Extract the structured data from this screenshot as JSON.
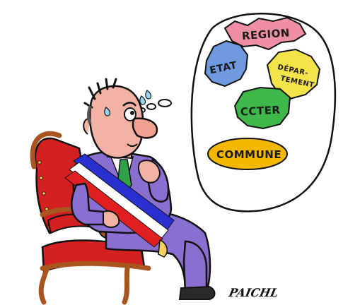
{
  "thought": {
    "region": "REGION",
    "etat": "ETAT",
    "departement_line1": "DÉPAR-",
    "departement_line2": "TEMENT",
    "ccter": "CCTER",
    "commune": "COMMUNE"
  },
  "signature": "PAICHL",
  "colors": {
    "region": "#ef8fa3",
    "etat": "#6f9ae0",
    "departement": "#f5e34a",
    "ccter": "#3fb84a",
    "commune": "#f5b800",
    "suit": "#8a6fd1",
    "chair": "#d42020",
    "chair_wood": "#a8551f",
    "skin": "#f2b3a4",
    "tie": "#2fa14a",
    "sash_blue": "#2a2fd0",
    "sash_red": "#e02020"
  }
}
